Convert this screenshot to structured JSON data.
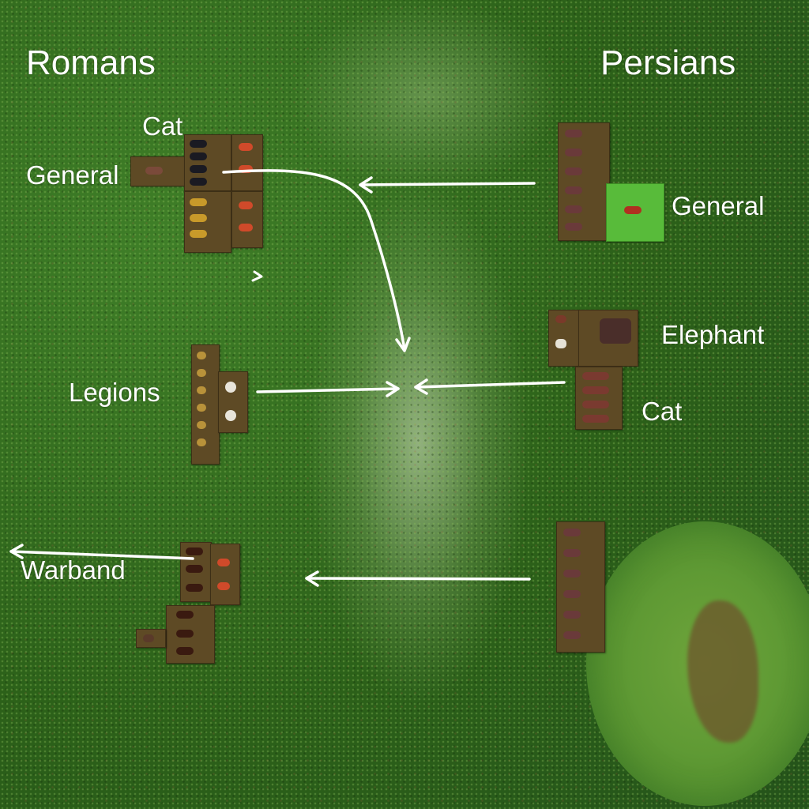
{
  "factions": {
    "romans": "Romans",
    "persians": "Persians"
  },
  "roman_units": {
    "cat": "Cat",
    "general": "General",
    "legions": "Legions",
    "warband": "Warband"
  },
  "persian_units": {
    "general": "General",
    "elephant": "Elephant",
    "cat": "Cat"
  },
  "colors": {
    "felt": "#2f6a1f",
    "base": "#5e4a25",
    "general_base": "#58bb3a",
    "arrow": "#ffffff",
    "label": "#ffffff"
  }
}
